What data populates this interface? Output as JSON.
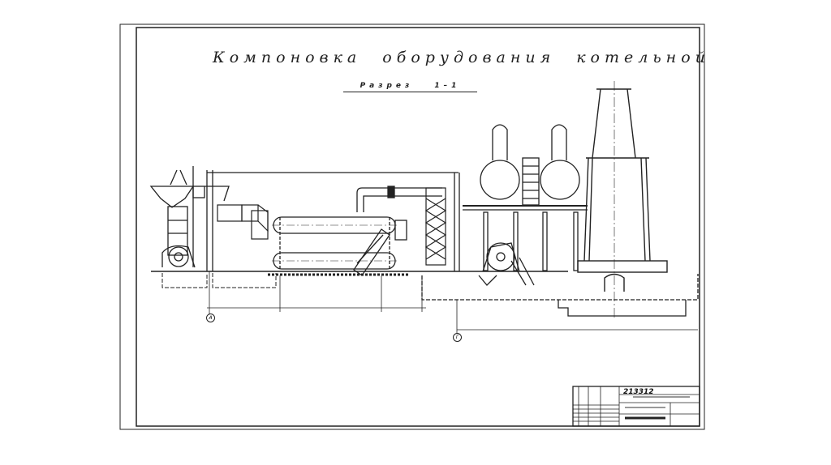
{
  "drawing": {
    "title": "Компоновка оборудования котельной",
    "section_label": "Разрез 1–1",
    "document_number": "213312",
    "axis_labels": [
      "А",
      "Г"
    ]
  },
  "colors": {
    "line": "#222222",
    "background": "#ffffff"
  }
}
